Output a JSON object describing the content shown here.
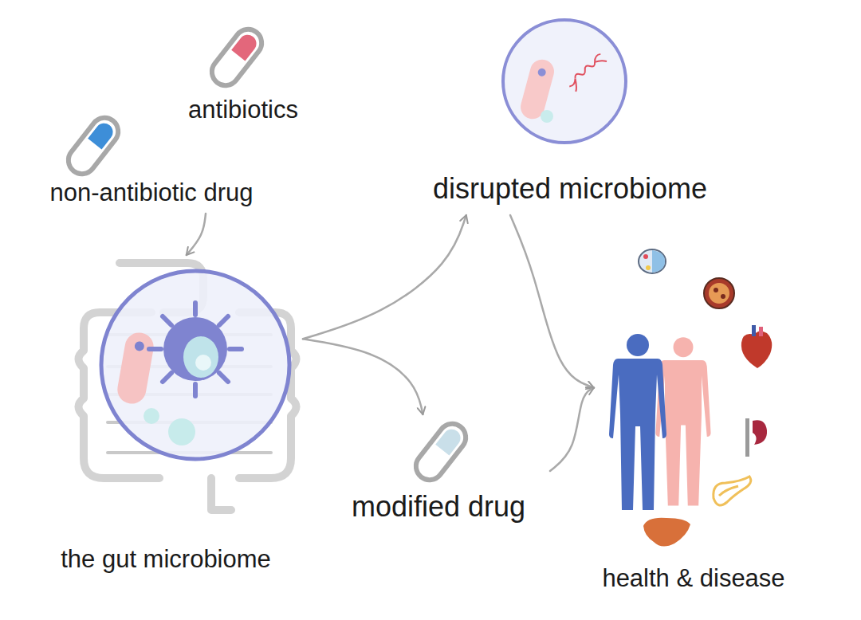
{
  "diagram": {
    "nodes": [
      {
        "text": [
          "antibiotics"
        ]
      },
      {
        "text": [
          "non-antibiotic drug"
        ]
      },
      {
        "text": [
          "the gut microbiome"
        ]
      },
      {
        "text": [
          "disrupted microbiome"
        ]
      },
      {
        "text": [
          "modified drug"
        ]
      },
      {
        "text": [
          "health & disease"
        ]
      }
    ],
    "edges": [
      {
        "from": 1,
        "to": 2,
        "arrow": "to"
      },
      {
        "from": 2,
        "to": 3,
        "arrow": "to"
      },
      {
        "from": 2,
        "to": 4,
        "arrow": "to"
      },
      {
        "from": 3,
        "to": 5,
        "arrow": "to"
      },
      {
        "from": 4,
        "to": 5,
        "arrow": "to"
      }
    ]
  }
}
